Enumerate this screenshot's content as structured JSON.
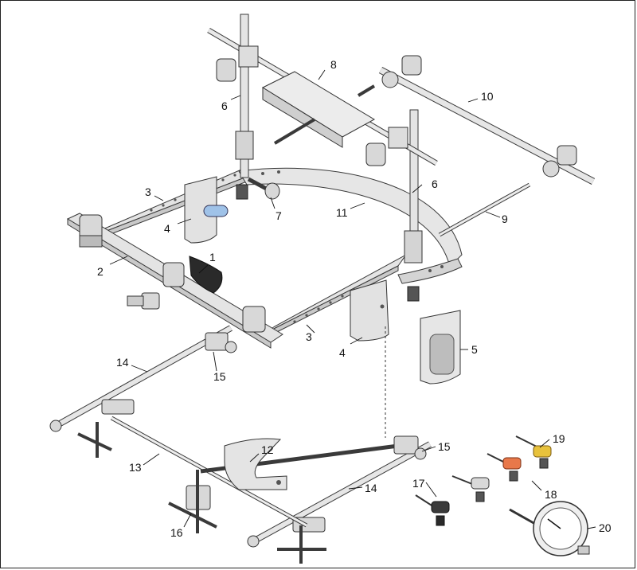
{
  "labels": {
    "l1": "1",
    "l2": "2",
    "l3a": "3",
    "l3b": "3",
    "l4a": "4",
    "l4b": "4",
    "l5": "5",
    "l6a": "6",
    "l6b": "6",
    "l7": "7",
    "l8": "8",
    "l9": "9",
    "l10": "10",
    "l11": "11",
    "l12": "12",
    "l13": "13",
    "l14a": "14",
    "l14b": "14",
    "l15a": "15",
    "l15b": "15",
    "l16": "16",
    "l17": "17",
    "l18": "18",
    "l19": "19",
    "l20": "20"
  },
  "colors": {
    "part_fill": "#e4e4e4",
    "part_shadow": "#c9c9c9",
    "outline": "#3a3a3a",
    "blue_pin": "#9fc2e8",
    "tip_red": "#e8784a",
    "tip_yellow": "#e8c23c",
    "black_ear": "#2a2a2a"
  }
}
